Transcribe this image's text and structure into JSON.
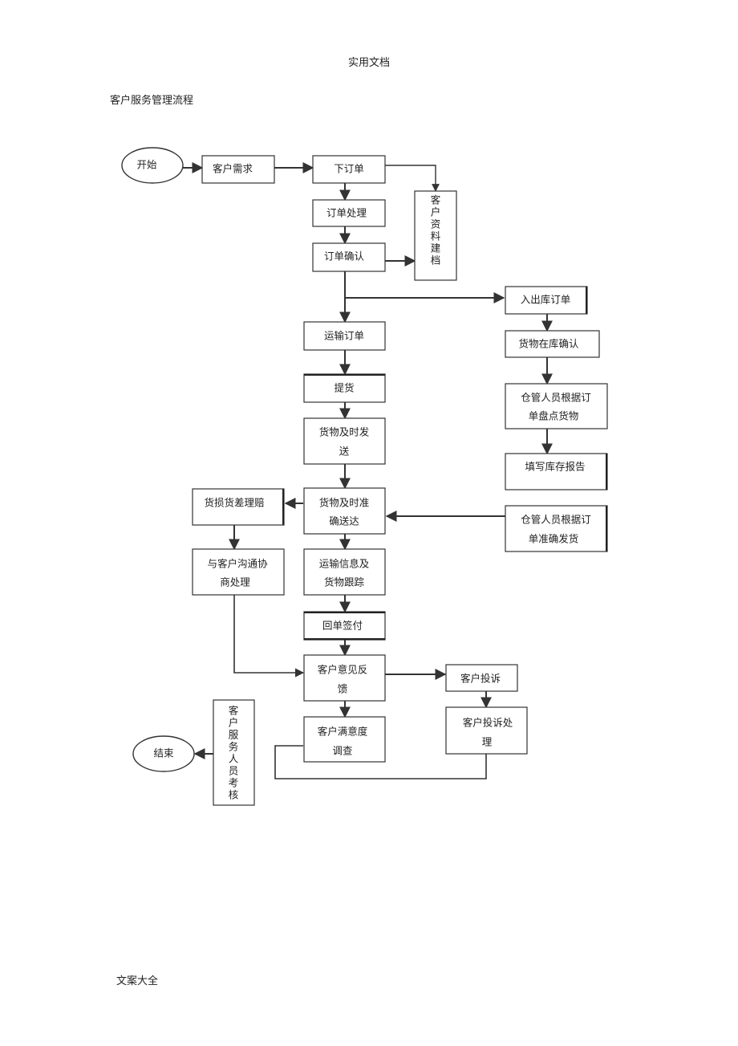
{
  "page": {
    "header": "实用文档",
    "title": "客户服务管理流程",
    "footer": "文案大全"
  },
  "flow": {
    "start": "开始",
    "customer_demand": "客户需求",
    "place_order": "下订单",
    "customer_archive": [
      "客",
      "户",
      "资",
      "料",
      "建",
      "档"
    ],
    "order_processing": "订单处理",
    "order_confirm": "订单确认",
    "inout_order": "入出库订单",
    "goods_in_stock_confirm": "货物在库确认",
    "keeper_count": [
      "仓管人员根据订",
      "单盘点货物"
    ],
    "fill_stock_report": "填写库存报告",
    "keeper_ship": [
      "仓管人员根据订",
      "单准确发货"
    ],
    "transport_order": "运输订单",
    "pickup": "提货",
    "timely_ship": [
      "货物及时发",
      "送"
    ],
    "timely_deliver": [
      "货物及时准",
      "确送达"
    ],
    "damage_claim": "货损货差理赔",
    "negotiate": [
      "与客户沟通协",
      "商处理"
    ],
    "tracking": [
      "运输信息及",
      "货物跟踪"
    ],
    "receipt_sign": "回单签付",
    "feedback": [
      "客户意见反",
      "馈"
    ],
    "complaint": "客户投诉",
    "complaint_handling": [
      "客户投诉处",
      "理"
    ],
    "satisfaction_survey": [
      "客户满意度",
      "调查"
    ],
    "staff_assessment": [
      "客",
      "户",
      "服",
      "务",
      "人",
      "员",
      "考",
      "核"
    ],
    "end": "结束"
  }
}
